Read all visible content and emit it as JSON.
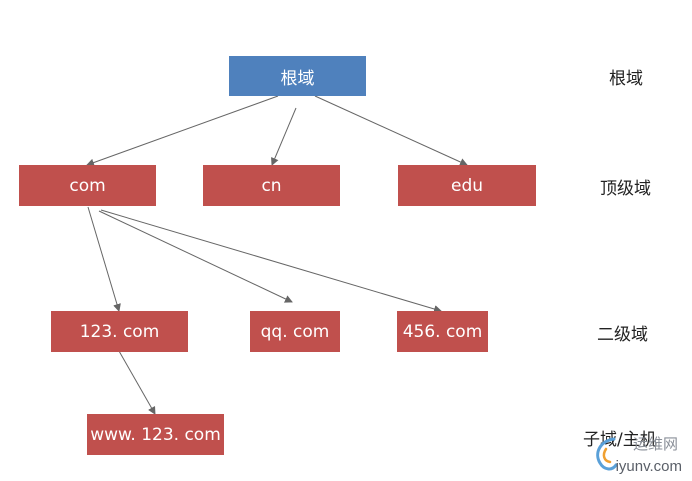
{
  "nodes": {
    "root": "根域",
    "com": "com",
    "cn": "cn",
    "edu": "edu",
    "d123": "123. com",
    "qq": "qq. com",
    "d456": "456. com",
    "www": "www. 123. com"
  },
  "levels": {
    "root": "根域",
    "top": "顶级域",
    "second": "二级域",
    "sub": "子域/主机"
  },
  "watermark": {
    "cn": "运维网",
    "en": "iyunv.com"
  },
  "colors": {
    "root_fill": "#4f81bd",
    "node_fill": "#c0504d",
    "arrow": "#666666"
  }
}
